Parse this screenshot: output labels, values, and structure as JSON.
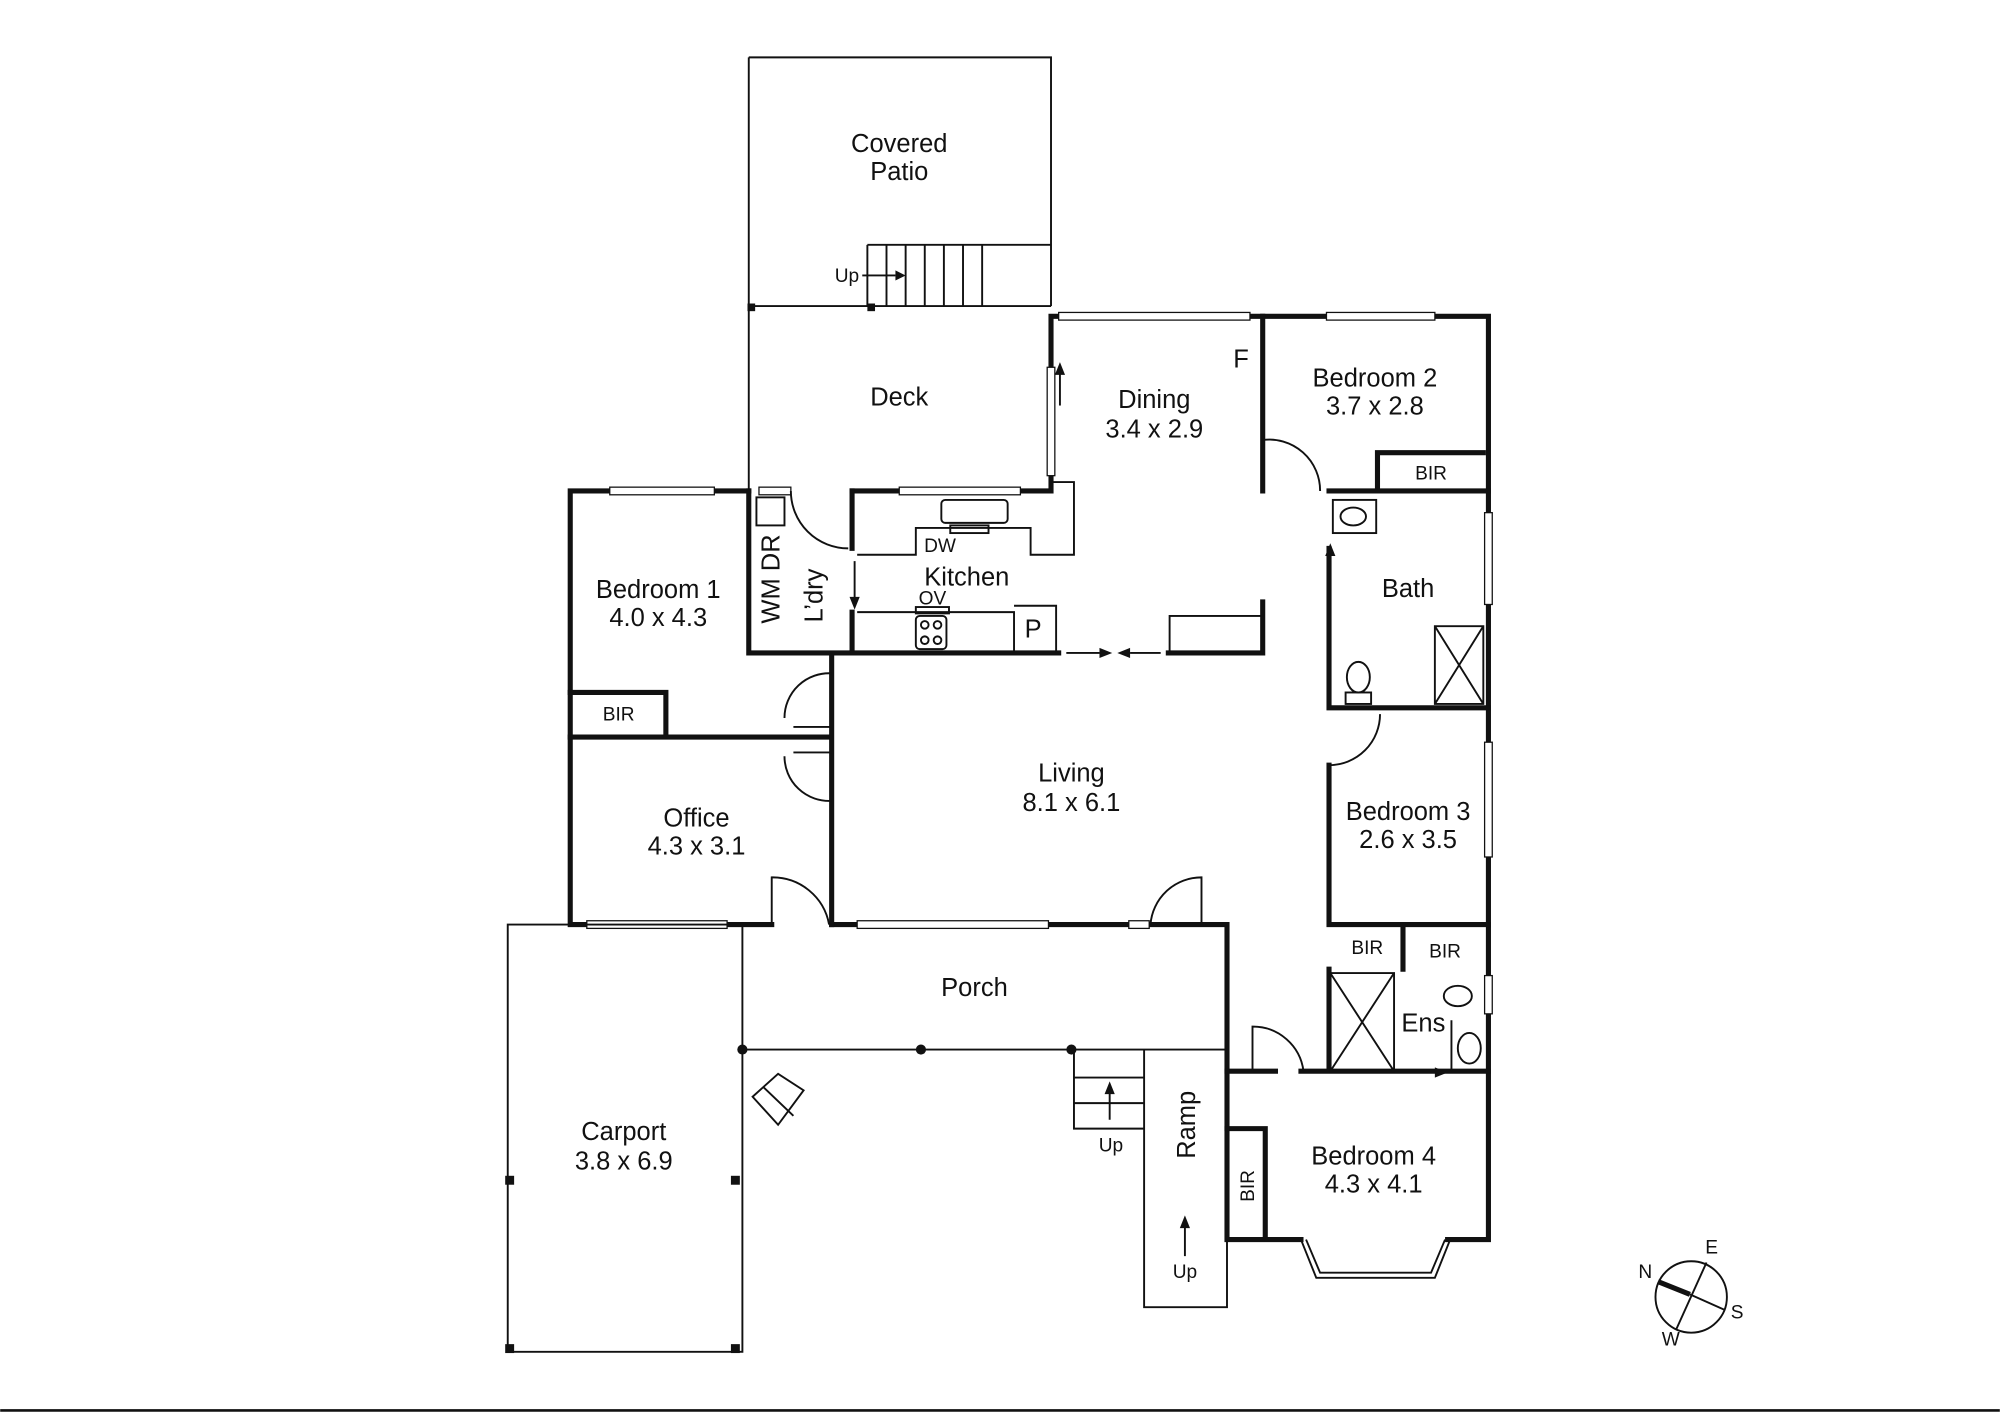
{
  "plan": {
    "rooms": {
      "covered_patio": {
        "name1": "Covered",
        "name2": "Patio"
      },
      "deck": {
        "name": "Deck"
      },
      "dining": {
        "name": "Dining",
        "size": "3.4 x 2.9"
      },
      "bedroom2": {
        "name": "Bedroom 2",
        "size": "3.7 x 2.8"
      },
      "bedroom1": {
        "name": "Bedroom 1",
        "size": "4.0 x 4.3"
      },
      "kitchen": {
        "name": "Kitchen"
      },
      "laundry": {
        "name": "L’dry",
        "appliances": "WM DR"
      },
      "bath": {
        "name": "Bath"
      },
      "living": {
        "name": "Living",
        "size": "8.1 x 6.1"
      },
      "office": {
        "name": "Office",
        "size": "4.3 x 3.1"
      },
      "bedroom3": {
        "name": "Bedroom 3",
        "size": "2.6 x 3.5"
      },
      "porch": {
        "name": "Porch"
      },
      "ensuite": {
        "name": "Ens"
      },
      "carport": {
        "name": "Carport",
        "size": "3.8 x 6.9"
      },
      "bedroom4": {
        "name": "Bedroom 4",
        "size": "4.3 x 4.1"
      },
      "ramp": {
        "name": "Ramp"
      }
    },
    "labels": {
      "bir": "BIR",
      "dw": "DW",
      "ov": "OV",
      "pantry": "P",
      "fridge": "F",
      "up": "Up"
    },
    "compass": {
      "n": "N",
      "e": "E",
      "s": "S",
      "w": "W"
    }
  }
}
